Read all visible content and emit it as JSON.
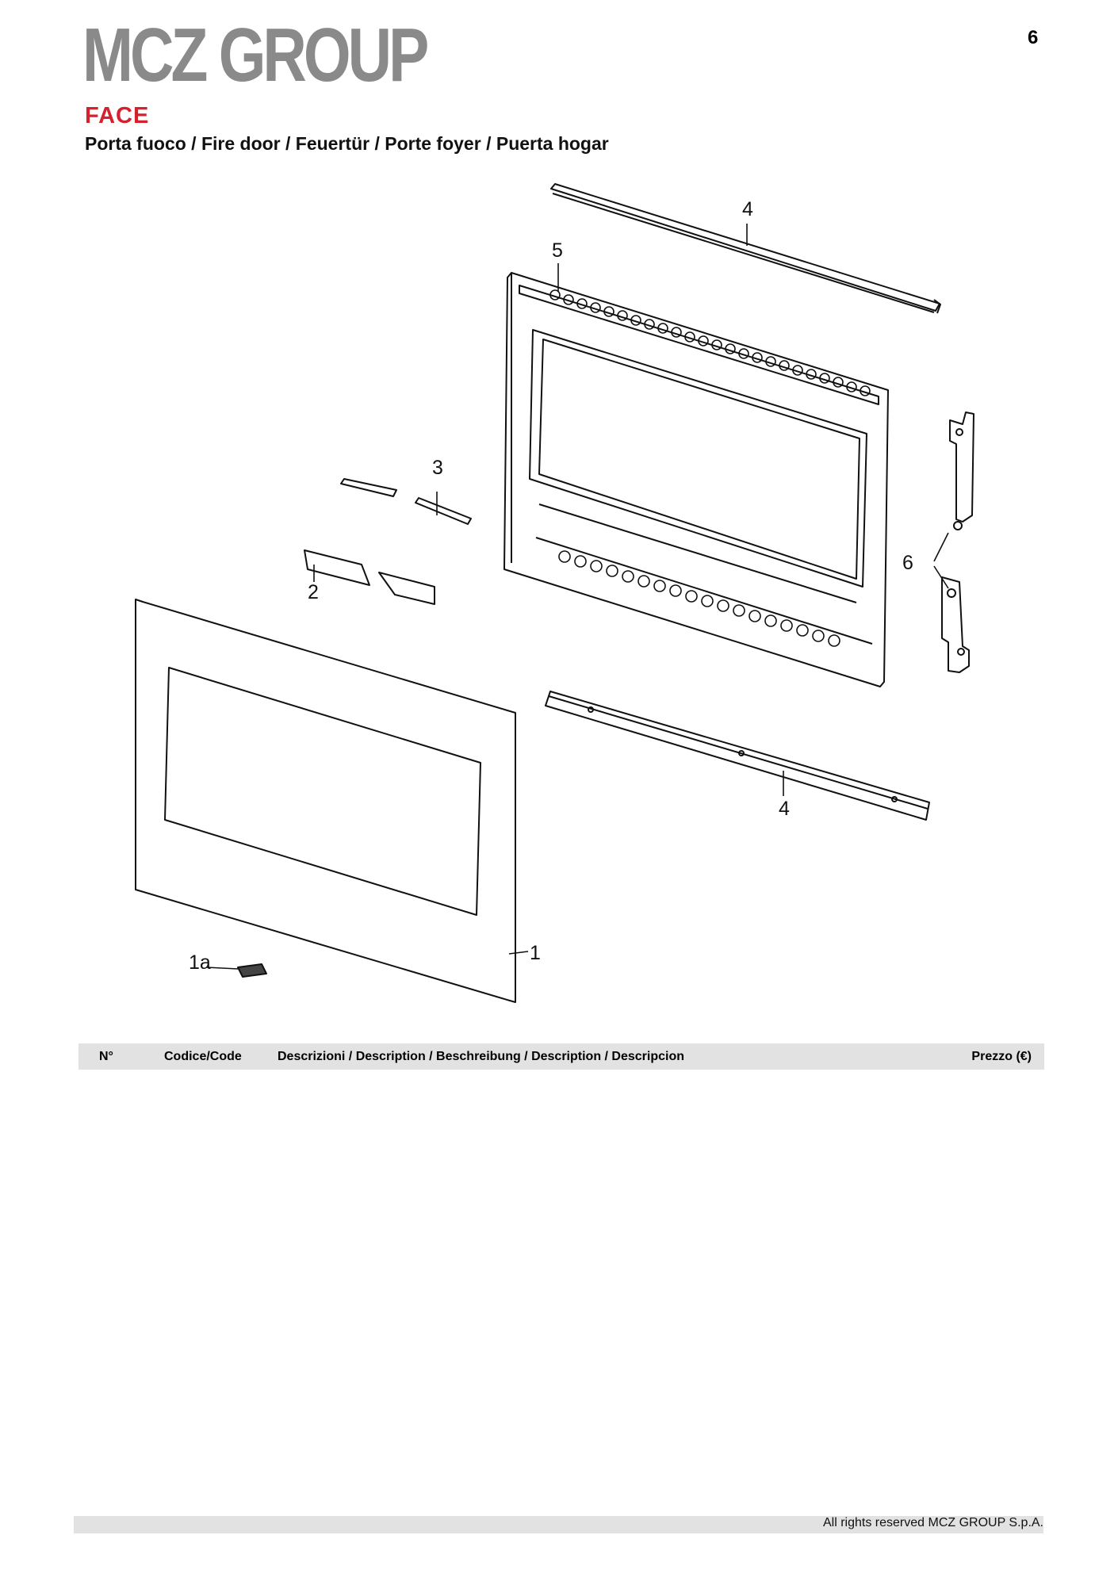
{
  "header": {
    "brand": "MCZ GROUP",
    "page_number": "6",
    "model": "FACE",
    "subtitle": "Porta fuoco / Fire door / Feuertür / Porte foyer / Puerta hogar"
  },
  "diagram": {
    "callouts": [
      "1",
      "1a",
      "2",
      "3",
      "4",
      "4",
      "5",
      "6"
    ]
  },
  "table": {
    "columns": [
      "N°",
      "Codice/Code",
      "Descrizioni / Description / Beschreibung / Description / Descripcion",
      "Prezzo (€)"
    ],
    "rows": []
  },
  "footer": {
    "copyright": "All rights reserved MCZ GROUP S.p.A."
  }
}
